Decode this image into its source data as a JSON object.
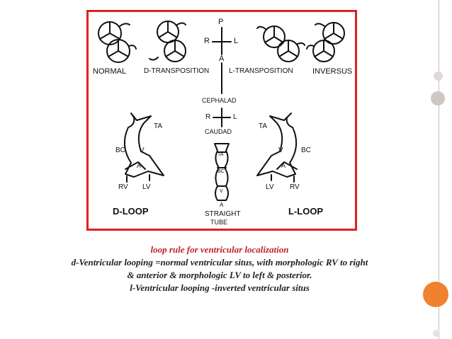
{
  "theme": {
    "frame_color": "#e02020",
    "caption_title_color": "#c0202a",
    "caption_text_color": "#222222",
    "dot_colors": [
      "#e0d9d5",
      "#cfc7c2",
      "#f0812f",
      "#e8e2df"
    ]
  },
  "diagram": {
    "top_labels": {
      "normal": "NORMAL",
      "d_transposition": "D-TRANSPOSITION",
      "l_transposition": "L-TRANSPOSITION",
      "inversus": "INVERSUS"
    },
    "compass_top": {
      "p": "P",
      "r": "R",
      "l": "L",
      "a": "A"
    },
    "compass_mid": {
      "cephalad": "CEPHALAD",
      "r": "R",
      "l": "L",
      "caudad": "CAUDAD"
    },
    "d_loop": {
      "ta": "TA",
      "bc": "BC",
      "v": "V",
      "a": "A",
      "rv": "RV",
      "lv": "LV",
      "title": "D-LOOP"
    },
    "l_loop": {
      "ta": "TA",
      "bc": "BC",
      "v": "V",
      "a": "A",
      "lv": "LV",
      "rv": "RV",
      "title": "L-LOOP"
    },
    "straight_tube": {
      "ta": "TA",
      "bc": "BC",
      "v": "V",
      "a": "A",
      "title_line1": "STRAIGHT",
      "title_line2": "TUBE"
    }
  },
  "caption": {
    "title": "loop rule for ventricular localization",
    "line1": "d-Ventricular looping =normal ventricular situs, with   morphologic RV to   right",
    "line2": "& anterior &   morphologic LV to   left & posterior.",
    "line3": "l-Ventricular looping -inverted ventricular situs"
  }
}
